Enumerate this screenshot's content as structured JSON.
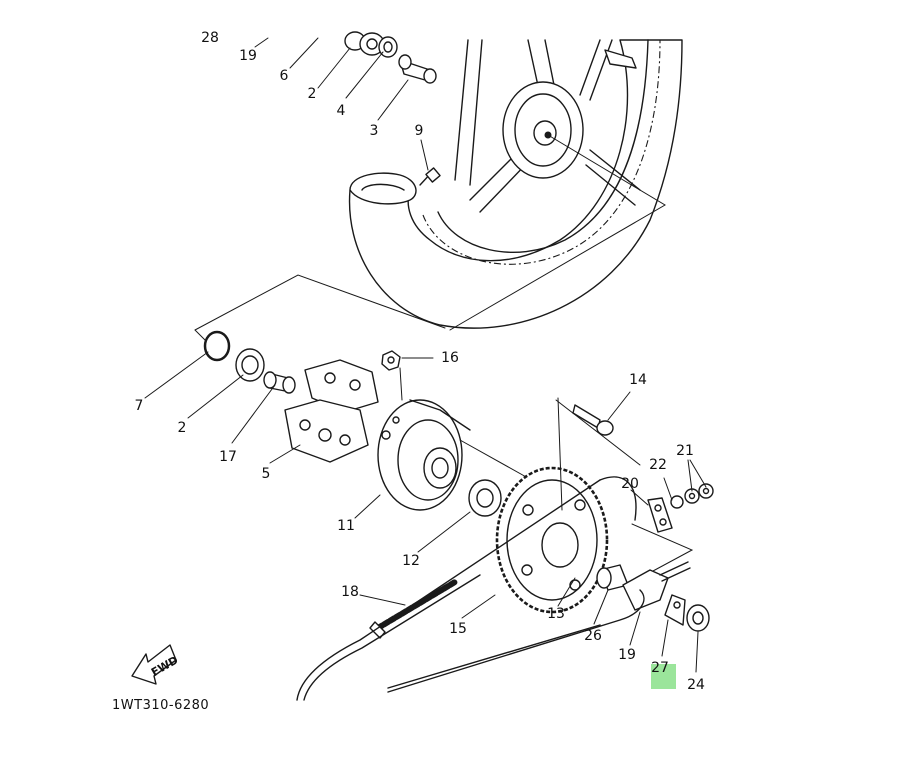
{
  "diagram": {
    "drawing_code": "1WT310-6280",
    "direction_label": "FWD",
    "highlight_color": "#9be59b",
    "part_labels": [
      {
        "id": "28",
        "text": "28"
      },
      {
        "id": "19a",
        "text": "19"
      },
      {
        "id": "6",
        "text": "6"
      },
      {
        "id": "2a",
        "text": "2"
      },
      {
        "id": "4",
        "text": "4"
      },
      {
        "id": "3",
        "text": "3"
      },
      {
        "id": "9",
        "text": "9"
      },
      {
        "id": "16",
        "text": "16"
      },
      {
        "id": "7",
        "text": "7"
      },
      {
        "id": "2b",
        "text": "2"
      },
      {
        "id": "17",
        "text": "17"
      },
      {
        "id": "5",
        "text": "5"
      },
      {
        "id": "14",
        "text": "14"
      },
      {
        "id": "11",
        "text": "11"
      },
      {
        "id": "12",
        "text": "12"
      },
      {
        "id": "22",
        "text": "22"
      },
      {
        "id": "21",
        "text": "21"
      },
      {
        "id": "20",
        "text": "20"
      },
      {
        "id": "18",
        "text": "18"
      },
      {
        "id": "15",
        "text": "15"
      },
      {
        "id": "13",
        "text": "13"
      },
      {
        "id": "26",
        "text": "26"
      },
      {
        "id": "19b",
        "text": "19"
      },
      {
        "id": "27",
        "text": "27"
      },
      {
        "id": "24",
        "text": "24"
      }
    ]
  }
}
